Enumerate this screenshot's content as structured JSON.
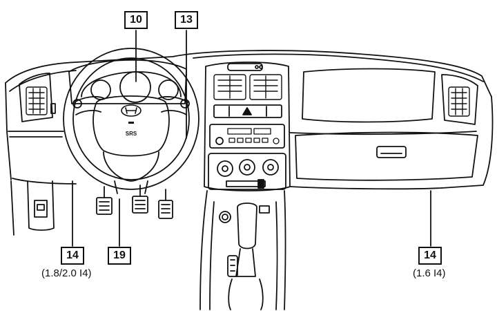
{
  "callouts": {
    "c10": "10",
    "c13": "13",
    "c14_left": "14",
    "c19": "19",
    "c14_right": "14"
  },
  "captions": {
    "left": "(1.8/2.0 I4)",
    "right": "(1.6 I4)"
  },
  "airbag": {
    "label": "SRS",
    "brand_icon": "hyundai-logo-icon"
  }
}
